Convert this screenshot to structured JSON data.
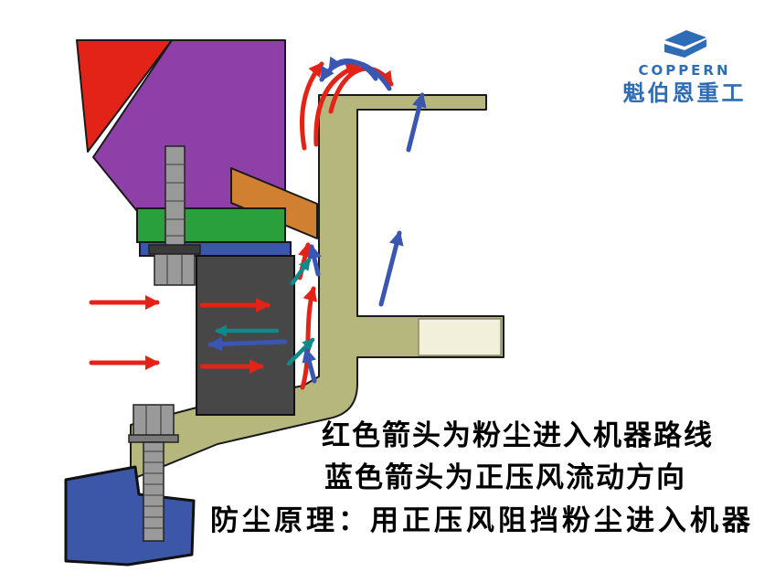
{
  "brand": {
    "wordmark": "COPPERN",
    "company": "魁伯恩重工",
    "color": "#2e6db5"
  },
  "captions": {
    "line1": "红色箭头为粉尘进入机器路线",
    "line2": "蓝色箭头为正压风流动方向",
    "line3": "防尘原理：用正压风阻挡粉尘进入机器"
  },
  "colors": {
    "dust_red": "#e42318",
    "air_blue": "#3a56b0",
    "mixed_teal": "#0f8a8a",
    "housing_olive": "#b5b77d",
    "hopper_purple": "#8e3fa8",
    "wedge_red": "#e42318",
    "deflector_orange": "#d08030",
    "seal_green": "#2aa03c",
    "seal_blue": "#3b57ac",
    "rotor_gray": "#474747",
    "bolt_gray": "#9a9a9a",
    "base_blue": "#3d57a8",
    "liner_cream": "#f2efda"
  }
}
